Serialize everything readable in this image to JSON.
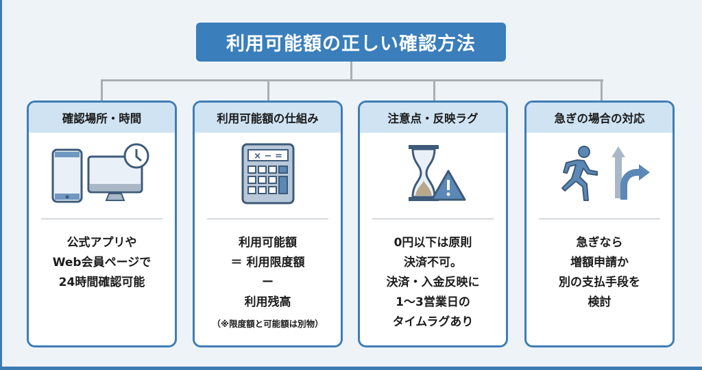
{
  "title": "利用可能額の正しい確認方法",
  "cards": [
    {
      "heading": "確認場所・時間",
      "icon": "devices-clock-icon",
      "lines": [
        "公式アプリや",
        "Web会員ページで",
        "24時間確認可能"
      ]
    },
    {
      "heading": "利用可能額の仕組み",
      "icon": "calculator-icon",
      "lines": [
        "利用可能額",
        "＝ 利用限度額",
        "ー",
        "利用残高"
      ],
      "note": "（※限度額と可能額は別物）"
    },
    {
      "heading": "注意点・反映ラグ",
      "icon": "hourglass-warning-icon",
      "lines": [
        "0円以下は原則",
        "決済不可。",
        "決済・入金反映に",
        "1〜3営業日の",
        "タイムラグあり"
      ]
    },
    {
      "heading": "急ぎの場合の対応",
      "icon": "running-arrows-icon",
      "lines": [
        "急ぎなら",
        "増額申請か",
        "別の支払手段を",
        "検討"
      ]
    }
  ],
  "colors": {
    "accent": "#3a7ebb",
    "header_bg": "#cfe3f3",
    "icon_fill": "#5b88b5"
  }
}
